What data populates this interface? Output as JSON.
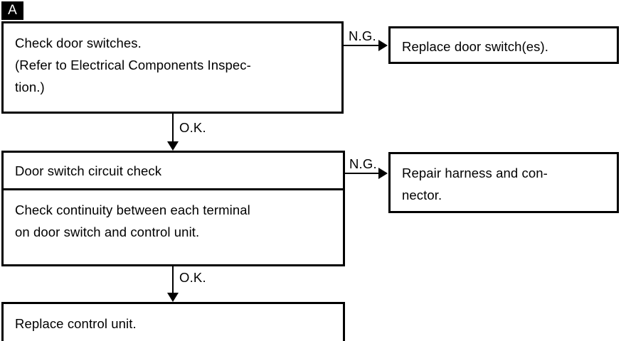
{
  "diagram": {
    "section_badge": "A",
    "boxes": {
      "check_switches": "Check door switches.\n(Refer to Electrical Components Inspec-\ntion.)",
      "replace_switch": "Replace door switch(es).",
      "circuit_check_header": "Door switch circuit check",
      "circuit_check_body": "Check continuity between each terminal\non door switch and control unit.",
      "repair_harness": "Repair harness and con-\nnector.",
      "replace_control_unit": "Replace control unit."
    },
    "connectors": {
      "ng_switches": "N.G.",
      "ok_switches": "O.K.",
      "ng_circuit": "N.G.",
      "ok_circuit": "O.K."
    }
  },
  "colors": {
    "ink": "#000000",
    "paper": "#ffffff"
  }
}
